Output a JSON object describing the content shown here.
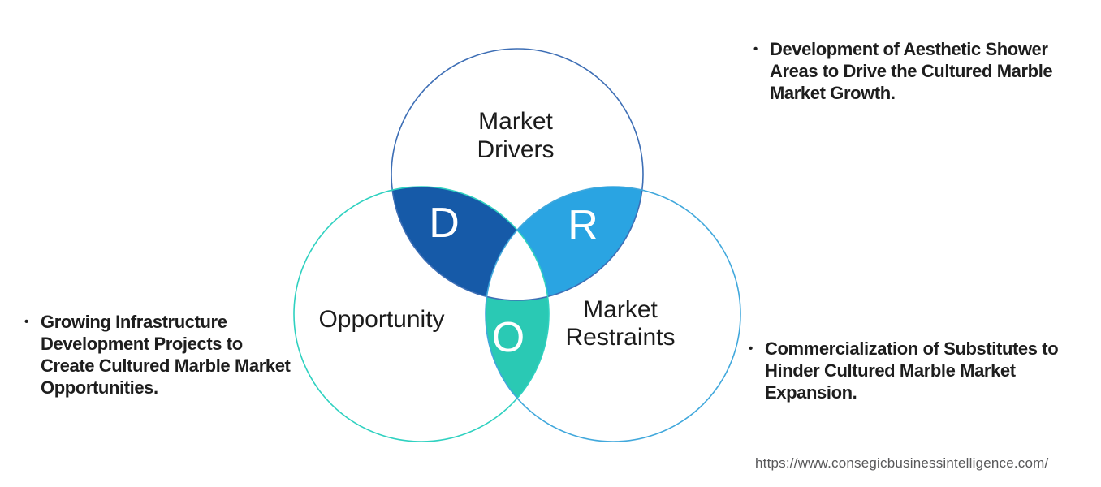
{
  "diagram": {
    "circles": {
      "drivers": {
        "label_line1": "Market",
        "label_line2": "Drivers",
        "letter": "D"
      },
      "opportunity": {
        "label": "Opportunity",
        "letter": "O"
      },
      "restraints": {
        "label_line1": "Market",
        "label_line2": "Restraints",
        "letter": "R"
      }
    }
  },
  "bullets": {
    "right_top": {
      "marker": "•",
      "lines": [
        "Development of Aesthetic Shower",
        "Areas to Drive the Cultured Marble",
        "Market Growth."
      ]
    },
    "left": {
      "marker": "•",
      "lines": [
        "Growing Infrastructure",
        "Development Projects to",
        "Create Cultured Marble Market",
        "Opportunities."
      ]
    },
    "right_bottom": {
      "marker": "•",
      "lines": [
        "Commercialization of Substitutes to",
        "Hinder Cultured Marble Market",
        "Expansion."
      ]
    }
  },
  "footer": {
    "source_url": "https://www.consegicbusinessintelligence.com/"
  },
  "colors": {
    "drivers_stroke": "#3D6EB5",
    "opportunity_stroke": "#2FD1C0",
    "restraints_stroke": "#41A8DC",
    "d_fill": "#165AA8",
    "r_fill": "#2AA4E2",
    "o_fill": "#2AC9B4",
    "center_fill": "#FFFFFF",
    "letter_text": "#FFFFFF",
    "label_text": "#1B1B1B",
    "bullet_text": "#1E1E1E",
    "url_text": "#58585A"
  }
}
